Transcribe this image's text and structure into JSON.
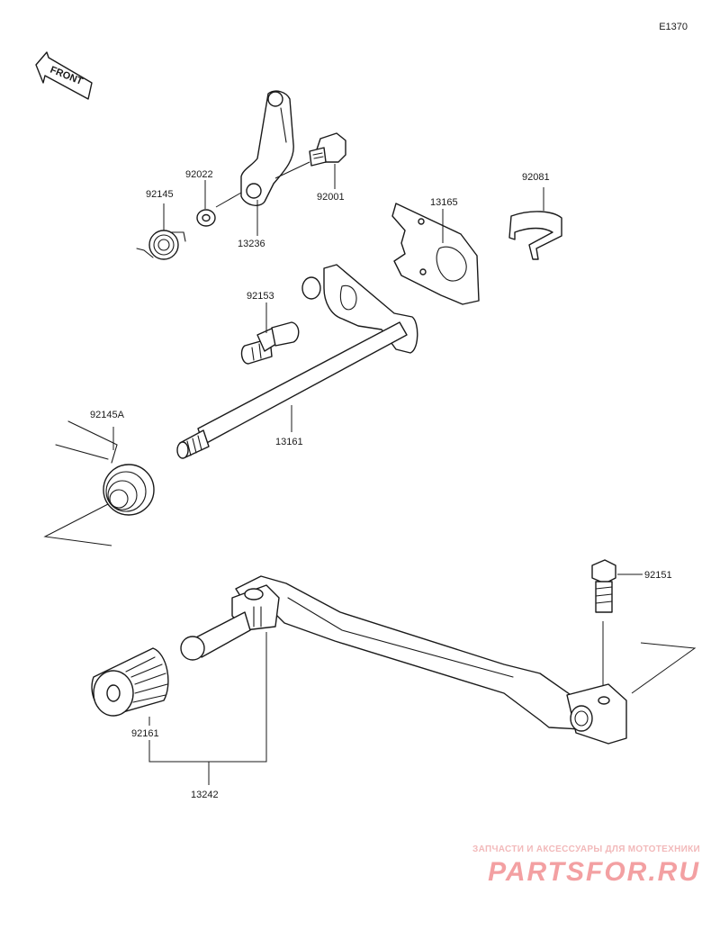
{
  "diagram_code": "E1370",
  "front_label": "FRONT",
  "parts": {
    "p13236": "13236",
    "p92001": "92001",
    "p92022": "92022",
    "p92145": "92145",
    "p13165": "13165",
    "p92081": "92081",
    "p92153": "92153",
    "p92145a": "92145A",
    "p13161": "13161",
    "p92151": "92151",
    "p92161": "92161",
    "p13242": "13242"
  },
  "watermark": {
    "subtitle": "ЗАПЧАСТИ И АКСЕССУАРЫ ДЛЯ МОТОТЕХНИКИ",
    "brand": "PARTSFOR.RU"
  },
  "colors": {
    "line": "#1a1a1a",
    "watermark": "#f3a0a2"
  }
}
